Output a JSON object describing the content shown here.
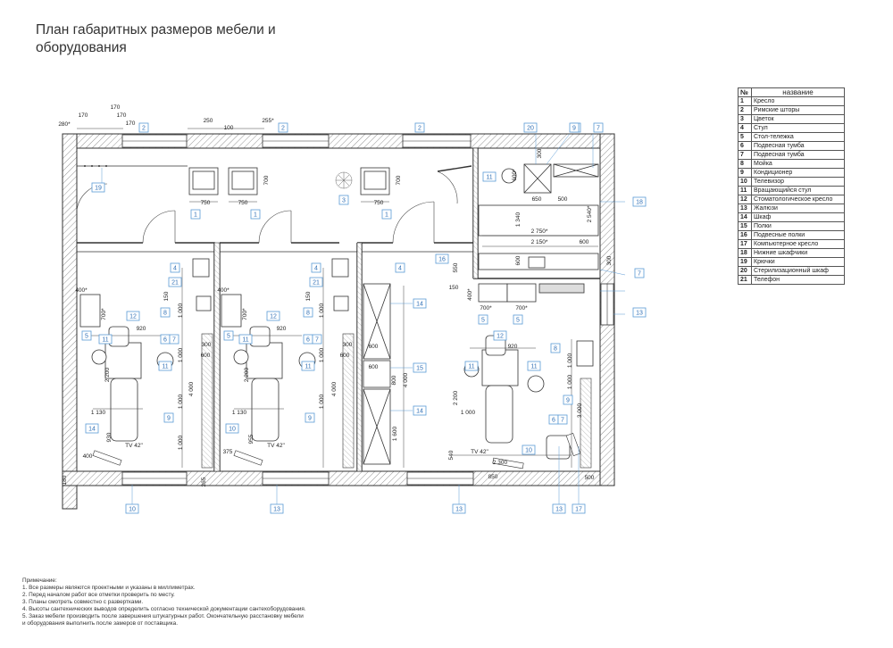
{
  "title": {
    "line1": "План габаритных размеров мебели и",
    "line2": "оборудования"
  },
  "legend": {
    "header_number": "№",
    "header_name": "название",
    "rows": [
      {
        "n": "1",
        "name": "Кресло"
      },
      {
        "n": "2",
        "name": "Римские шторы"
      },
      {
        "n": "3",
        "name": "Цветок"
      },
      {
        "n": "4",
        "name": "Стул"
      },
      {
        "n": "5",
        "name": "Стол-тележка"
      },
      {
        "n": "6",
        "name": "Подвесная тумба"
      },
      {
        "n": "7",
        "name": "Подвесная тумба"
      },
      {
        "n": "8",
        "name": "Мойка"
      },
      {
        "n": "9",
        "name": "Кондиционер"
      },
      {
        "n": "10",
        "name": "Телевизор"
      },
      {
        "n": "11",
        "name": "Вращающийся стул"
      },
      {
        "n": "12",
        "name": "Стоматологическое кресло"
      },
      {
        "n": "13",
        "name": "Жалюзи"
      },
      {
        "n": "14",
        "name": "Шкаф"
      },
      {
        "n": "15",
        "name": "Полки"
      },
      {
        "n": "16",
        "name": "Подвесные полки"
      },
      {
        "n": "17",
        "name": "Компьютерное кресло"
      },
      {
        "n": "18",
        "name": "Нижние шкафчики"
      },
      {
        "n": "19",
        "name": "Крючки"
      },
      {
        "n": "20",
        "name": "Стерилизационный шкаф"
      },
      {
        "n": "21",
        "name": "Телефон"
      }
    ]
  },
  "notes": {
    "heading": "Примечание:",
    "items": [
      "1. Все размеры являются проектными и указаны в миллиметрах.",
      "2. Перед началом работ все отметки проверить по месту.",
      "3. Планы смотреть совместно с развертками.",
      "4. Высоты сантехнических выводов определить согласно технической документации сантехоборудования.",
      "5. Заказ мебели производить после завершения штукатурных работ. Окончательную расстановку мебели",
      "и оборудования выполнить после замеров от поставщика."
    ]
  },
  "plan": {
    "tags": [
      {
        "t": "19"
      },
      {
        "t": "2"
      },
      {
        "t": "2"
      },
      {
        "t": "2"
      },
      {
        "t": "20"
      },
      {
        "t": "9"
      },
      {
        "t": "7"
      },
      {
        "t": "1"
      },
      {
        "t": "1"
      },
      {
        "t": "1"
      },
      {
        "t": "3"
      },
      {
        "t": "11"
      },
      {
        "t": "18"
      },
      {
        "t": "16"
      },
      {
        "t": "4"
      },
      {
        "t": "4"
      },
      {
        "t": "4"
      },
      {
        "t": "21"
      },
      {
        "t": "21"
      },
      {
        "t": "7"
      },
      {
        "t": "9"
      },
      {
        "t": "5"
      },
      {
        "t": "5"
      },
      {
        "t": "5"
      },
      {
        "t": "5"
      },
      {
        "t": "12"
      },
      {
        "t": "12"
      },
      {
        "t": "12"
      },
      {
        "t": "8"
      },
      {
        "t": "8"
      },
      {
        "t": "8"
      },
      {
        "t": "13"
      },
      {
        "t": "11"
      },
      {
        "t": "11"
      },
      {
        "t": "11"
      },
      {
        "t": "11"
      },
      {
        "t": "11"
      },
      {
        "t": "11"
      },
      {
        "t": "6"
      },
      {
        "t": "7"
      },
      {
        "t": "6"
      },
      {
        "t": "7"
      },
      {
        "t": "6"
      },
      {
        "t": "7"
      },
      {
        "t": "9"
      },
      {
        "t": "9"
      },
      {
        "t": "9"
      },
      {
        "t": "14"
      },
      {
        "t": "15"
      },
      {
        "t": "14"
      },
      {
        "t": "14"
      },
      {
        "t": "10"
      },
      {
        "t": "10"
      },
      {
        "t": "10"
      },
      {
        "t": "13"
      },
      {
        "t": "13"
      },
      {
        "t": "13"
      },
      {
        "t": "17"
      },
      {
        "t": "21"
      }
    ],
    "dims": [
      {
        "t": "280*"
      },
      {
        "t": "170"
      },
      {
        "t": "170"
      },
      {
        "t": "170"
      },
      {
        "t": "170"
      },
      {
        "t": "250"
      },
      {
        "t": "100"
      },
      {
        "t": "255*"
      },
      {
        "t": "750"
      },
      {
        "t": "750"
      },
      {
        "t": "700"
      },
      {
        "t": "750"
      },
      {
        "t": "700"
      },
      {
        "t": "600*"
      },
      {
        "t": "300"
      },
      {
        "t": "650"
      },
      {
        "t": "500"
      },
      {
        "t": "1 340"
      },
      {
        "t": "2 540*"
      },
      {
        "t": "2 750*"
      },
      {
        "t": "2 150*"
      },
      {
        "t": "600"
      },
      {
        "t": "550"
      },
      {
        "t": "600"
      },
      {
        "t": "300"
      },
      {
        "t": "150"
      },
      {
        "t": "400*"
      },
      {
        "t": "700*"
      },
      {
        "t": "700*"
      },
      {
        "t": "400*"
      },
      {
        "t": "700*"
      },
      {
        "t": "400*"
      },
      {
        "t": "700*"
      },
      {
        "t": "150"
      },
      {
        "t": "150"
      },
      {
        "t": "1 000"
      },
      {
        "t": "1 000"
      },
      {
        "t": "920"
      },
      {
        "t": "920"
      },
      {
        "t": "920"
      },
      {
        "t": "300"
      },
      {
        "t": "600"
      },
      {
        "t": "300"
      },
      {
        "t": "600"
      },
      {
        "t": "1 000"
      },
      {
        "t": "1 000"
      },
      {
        "t": "1 000"
      },
      {
        "t": "2 200"
      },
      {
        "t": "2 200"
      },
      {
        "t": "2 200"
      },
      {
        "t": "4 000"
      },
      {
        "t": "4 000"
      },
      {
        "t": "600"
      },
      {
        "t": "800"
      },
      {
        "t": "4 000"
      },
      {
        "t": "600"
      },
      {
        "t": "1 000"
      },
      {
        "t": "1 000"
      },
      {
        "t": "1 600"
      },
      {
        "t": "1 130"
      },
      {
        "t": "1 130"
      },
      {
        "t": "1 000"
      },
      {
        "t": "1 000"
      },
      {
        "t": "3 000"
      },
      {
        "t": "1 000"
      },
      {
        "t": "930"
      },
      {
        "t": "955"
      },
      {
        "t": "400"
      },
      {
        "t": "375"
      },
      {
        "t": "TV 42\""
      },
      {
        "t": "TV 42\""
      },
      {
        "t": "TV 42\""
      },
      {
        "t": "540"
      },
      {
        "t": "2 300"
      },
      {
        "t": "180"
      },
      {
        "t": "265"
      },
      {
        "t": "850"
      },
      {
        "t": "500"
      }
    ]
  }
}
